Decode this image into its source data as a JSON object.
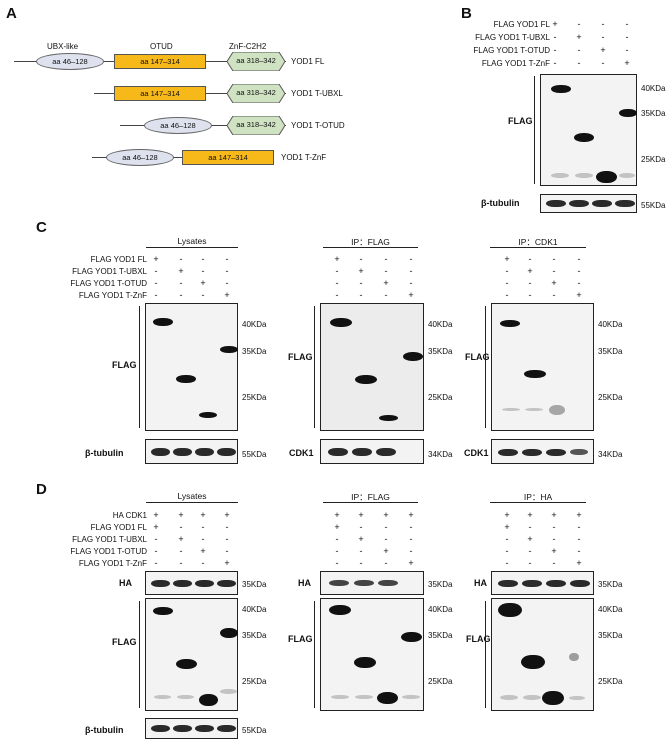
{
  "panels": {
    "A": "A",
    "B": "B",
    "C": "C",
    "D": "D"
  },
  "domains": {
    "ubx": "UBX-like",
    "otud": "OTUD",
    "znf": "ZnF-C2H2"
  },
  "ranges": {
    "ubx": "aa 46–128",
    "otud": "aa 147–314",
    "znf": "aa 318–342"
  },
  "constructs": [
    "YOD1 FL",
    "YOD1 T-UBXL",
    "YOD1 T-OTUD",
    "YOD1 T-ZnF"
  ],
  "rows": {
    "fl": "FLAG YOD1 FL",
    "ubxl": "FLAG YOD1 T-UBXL",
    "otud": "FLAG YOD1 T-OTUD",
    "znf": "FLAG YOD1 T-ZnF",
    "ha_cdk1": "HA CDK1"
  },
  "signs": {
    "plus": "+",
    "minus": "-"
  },
  "columns": {
    "lysates": "Lysates",
    "ip_flag": "IP：FLAG",
    "ip_cdk1": "IP：CDK1",
    "ip_ha": "IP：HA"
  },
  "markers": {
    "flag": "FLAG",
    "tubulin": "β-tubulin",
    "cdk1": "CDK1",
    "ha": "HA"
  },
  "mw": {
    "k40": "40KDa",
    "k35": "35KDa",
    "k25": "25KDa",
    "k55": "55KDa",
    "k34": "34KDa"
  }
}
